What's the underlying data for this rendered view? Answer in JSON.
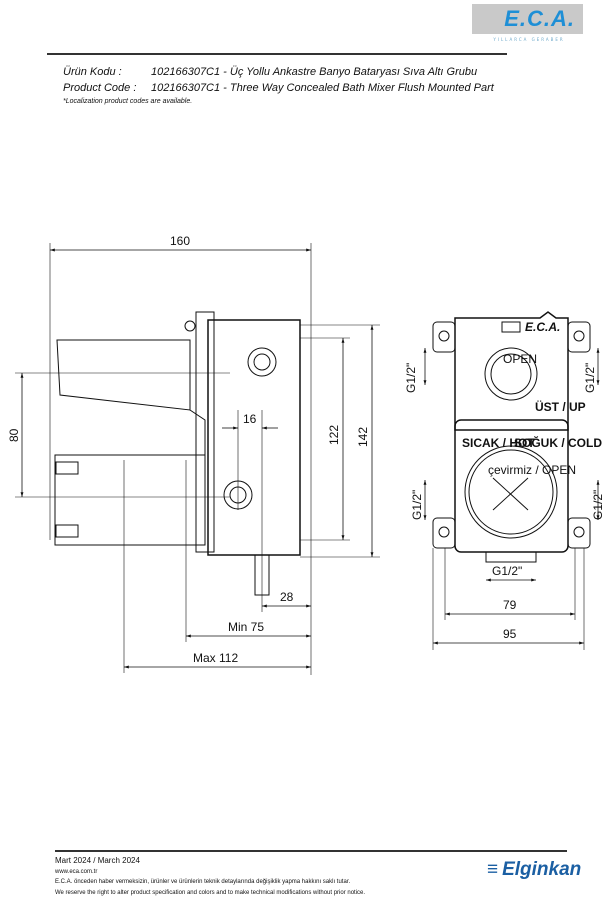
{
  "header": {
    "brand": "E.C.A.",
    "tagline": "YILLARCA GERABER",
    "product_tr_label": "Ürün Kodu :",
    "product_tr_value": "102166307C1 - Üç Yollu Ankastre Banyo Bataryası Sıva Altı Grubu",
    "product_en_label": "Product Code :",
    "product_en_value": "102166307C1 - Three Way Concealed Bath Mixer Flush Mounted Part",
    "note": "*Localization product codes are available."
  },
  "drawing": {
    "side": {
      "d160": "160",
      "d80": "80",
      "d16": "16",
      "d122": "122",
      "d142": "142",
      "d28": "28",
      "min75": "Min 75",
      "max112": "Max 112"
    },
    "front": {
      "g_top_left": "G1/2\"",
      "g_top_right": "G1/2\"",
      "g_bot_left": "G1/2\"",
      "g_bot_right": "G1/2\"",
      "g_bottom": "G1/2\"",
      "d79": "79",
      "d95": "95",
      "up": "ÜST / UP",
      "hot": "SICAK / HOT",
      "cold": "SOĞUK / COLD",
      "open_top": "OPEN",
      "open_main": "çevirmiz / OPEN",
      "brand": "E.C.A."
    }
  },
  "footer": {
    "date": "Mart 2024 / March 2024",
    "site": "www.eca.com.tr",
    "disclaimer_tr": "E.C.A. önceden haber vermeksizin, ürünler ve ürünlerin teknik detaylarında değişiklik yapma hakkını saklı tutar.",
    "disclaimer_en": "We reserve the right to alter product specification and colors and to make technical modifications without prior notice.",
    "company": "Elginkan"
  }
}
